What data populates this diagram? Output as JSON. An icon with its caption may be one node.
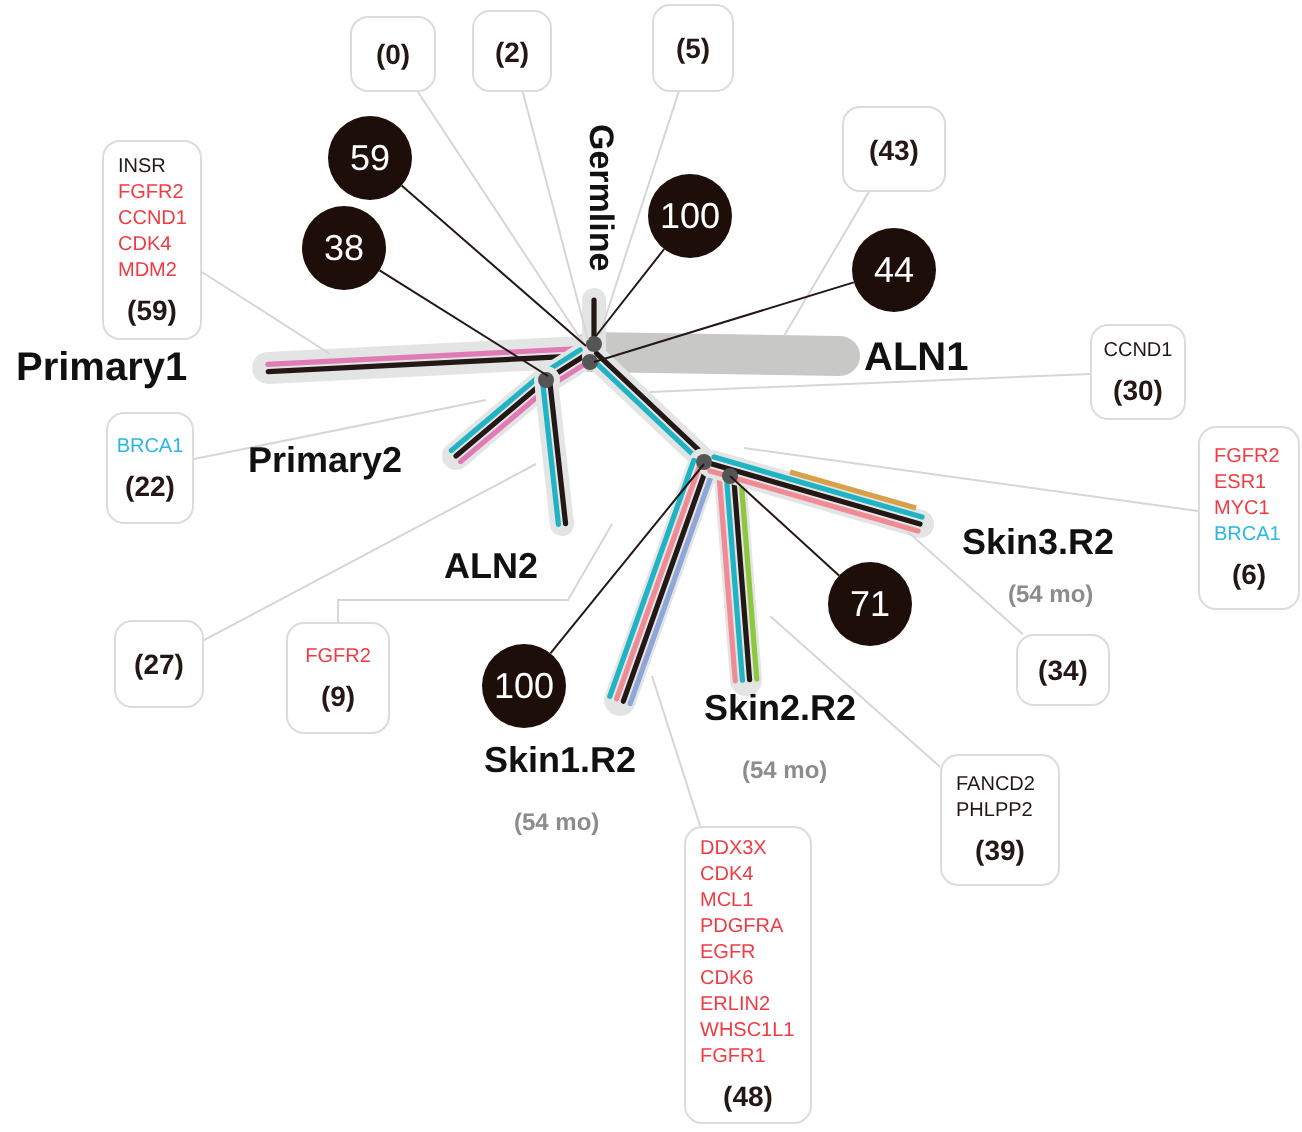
{
  "diagram": {
    "nodes": [
      {
        "text": [
          "(0)"
        ]
      },
      {
        "text": [
          "(2)"
        ]
      },
      {
        "text": [
          "(5)"
        ]
      },
      {
        "text": [
          "(43)"
        ]
      },
      {
        "text": [
          "59"
        ]
      },
      {
        "text": [
          "INSR",
          "FGFR2",
          "CCND1",
          "CDK4",
          "MDM2",
          "(59)"
        ]
      },
      {
        "text": [
          "100"
        ]
      },
      {
        "text": [
          "38"
        ]
      },
      {
        "text": [
          "44"
        ]
      },
      {
        "text": [
          "CCND1",
          "(30)"
        ]
      },
      {
        "text": [
          "BRCA1",
          "(22)"
        ]
      },
      {
        "text": [
          "FGFR2",
          "ESR1",
          "MYC1",
          "BRCA1",
          "(6)"
        ]
      },
      {
        "text": [
          "(27)"
        ]
      },
      {
        "text": [
          "FGFR2",
          "(9)"
        ]
      },
      {
        "text": [
          "(34)"
        ]
      },
      {
        "text": [
          "100"
        ]
      },
      {
        "text": [
          "71"
        ]
      },
      {
        "text": [
          "FANCD2",
          "PHLPP2",
          "(39)"
        ]
      },
      {
        "text": [
          "DDX3X",
          "CDK4",
          "MCL1",
          "PDGFRA",
          "EGFR",
          "CDK6",
          "ERLIN2",
          "WHSC1L1",
          "FGFR1",
          "(48)"
        ]
      }
    ],
    "edges": [
      {
        "from": 0,
        "to": null,
        "arrow": "none"
      },
      {
        "from": 1,
        "to": null,
        "arrow": "none"
      },
      {
        "from": 2,
        "to": null,
        "arrow": "none"
      },
      {
        "from": 3,
        "to": null,
        "arrow": "none"
      },
      {
        "from": 4,
        "to": null,
        "arrow": "none",
        "color": "#231815"
      },
      {
        "from": 5,
        "to": null,
        "arrow": "none"
      },
      {
        "from": 6,
        "to": null,
        "arrow": "none",
        "color": "#231815"
      },
      {
        "from": 7,
        "to": null,
        "arrow": "none",
        "color": "#231815"
      },
      {
        "from": 8,
        "to": null,
        "arrow": "none",
        "color": "#231815"
      },
      {
        "from": 9,
        "to": null,
        "arrow": "none"
      },
      {
        "from": 10,
        "to": null,
        "arrow": "none"
      },
      {
        "from": 11,
        "to": null,
        "arrow": "none"
      },
      {
        "from": 12,
        "to": null,
        "arrow": "none"
      },
      {
        "from": 13,
        "to": null,
        "arrow": "none"
      },
      {
        "from": 14,
        "to": null,
        "arrow": "none"
      },
      {
        "from": 15,
        "to": null,
        "arrow": "none",
        "color": "#231815"
      },
      {
        "from": 16,
        "to": null,
        "arrow": "none",
        "color": "#231815"
      },
      {
        "from": 17,
        "to": null,
        "arrow": "none"
      },
      {
        "from": 18,
        "to": null,
        "arrow": "none"
      }
    ],
    "labels": [
      "Germline",
      "ALN1",
      "Primary1",
      "Primary2",
      "Skin3.R2",
      "ALN2",
      "(54 mo)",
      "Skin2.R2",
      "Skin1.R2",
      "(54 mo)",
      "(54 mo)"
    ]
  }
}
